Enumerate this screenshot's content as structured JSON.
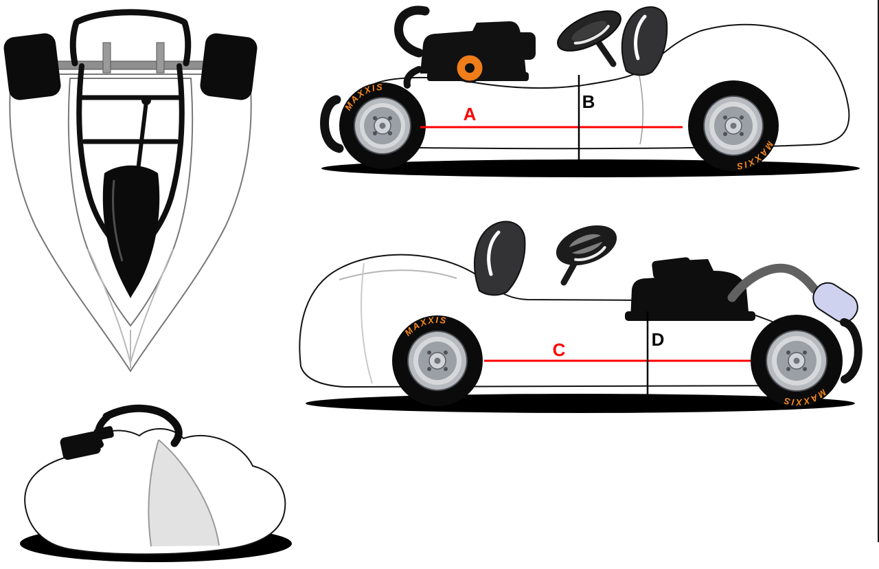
{
  "diagram": {
    "tire_brand": "MAXXIS",
    "labels": {
      "a": "A",
      "b": "B",
      "c": "C",
      "d": "D"
    }
  },
  "colors": {
    "background": "#ffffff",
    "line_red": "#ff0000",
    "line_black": "#000000",
    "brand_orange": "#f6891f",
    "engine_orange": "#ef7d1a",
    "muffler_lavender": "#ced2ef",
    "body_white": "#ffffff",
    "shadow_black": "#000000"
  },
  "views": [
    {
      "name": "kart-top-view"
    },
    {
      "name": "kart-side-view-upper"
    },
    {
      "name": "kart-side-view-lower"
    },
    {
      "name": "kart-bodyshell-view"
    }
  ]
}
